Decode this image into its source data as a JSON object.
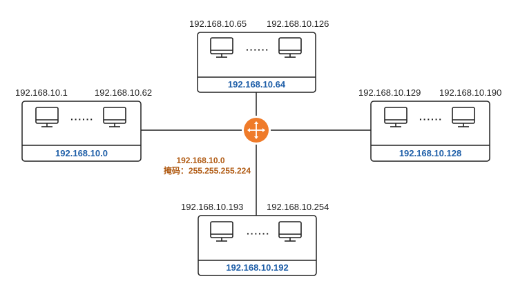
{
  "colors": {
    "line": "#222222",
    "box_border": "#222222",
    "network_text": "#1f5fa8",
    "router_fill": "#ef7b2a",
    "router_text": "#b05a12",
    "host_text": "#222222"
  },
  "router": {
    "icon": "router-icon",
    "network": "192.168.10.0",
    "mask_label": "掩码：255.255.255.224"
  },
  "subnets": {
    "top": {
      "network": "192.168.10.64",
      "first_host": "192.168.10.65",
      "last_host": "192.168.10.126",
      "ellipsis": "······"
    },
    "left": {
      "network": "192.168.10.0",
      "first_host": "192.168.10.1",
      "last_host": "192.168.10.62",
      "ellipsis": "······"
    },
    "right": {
      "network": "192.168.10.128",
      "first_host": "192.168.10.129",
      "last_host": "192.168.10.190",
      "ellipsis": "······"
    },
    "bottom": {
      "network": "192.168.10.192",
      "first_host": "192.168.10.193",
      "last_host": "192.168.10.254",
      "ellipsis": "······"
    }
  }
}
